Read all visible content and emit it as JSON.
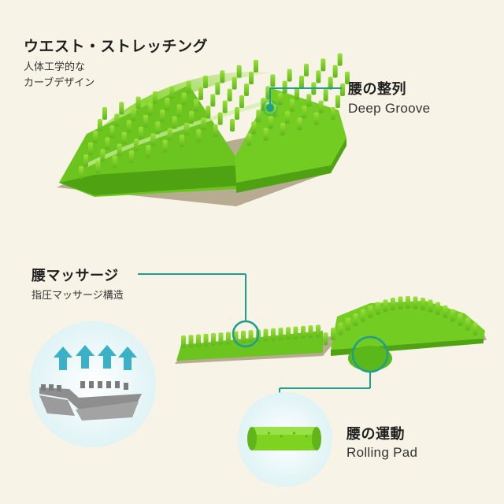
{
  "colors": {
    "background": "#f7f3e6",
    "mat_green": "#7ed321",
    "mat_dark_green": "#4fa313",
    "mat_base": "#b7ab92",
    "callout_teal": "#1e9e8f",
    "bubble_bg": "#e6f6f7",
    "arrow_teal": "#3ab0c9"
  },
  "sections": {
    "waist_stretch": {
      "title": "ウエスト・ストレッチング",
      "line1": "人体工学的な",
      "line2": "カーブデザイン"
    },
    "deep_groove": {
      "title": "腰の整列",
      "subtitle": "Deep Groove"
    },
    "massage": {
      "title": "腰マッサージ",
      "subtitle": "指圧マッサージ構造"
    },
    "rolling": {
      "title": "腰の運動",
      "subtitle": "Rolling Pad"
    }
  }
}
